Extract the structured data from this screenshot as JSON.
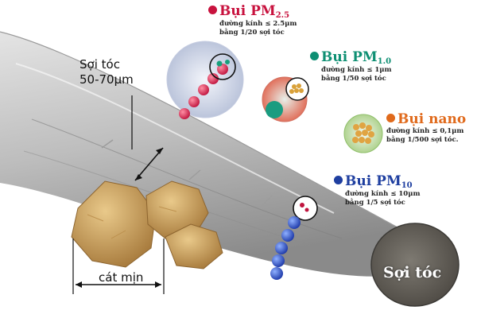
{
  "hair_diameter": {
    "line1": "Sợi tóc",
    "line2": "50-70μm"
  },
  "sand": {
    "label": "cát mịn"
  },
  "hair_cross_section": {
    "label": "Sợi tóc"
  },
  "particles": [
    {
      "title": "Bụi PM",
      "sub": "2.5",
      "line1": "đường kính ≤ 2.5μm",
      "line2": "bằng 1/20 sợi tóc",
      "color": "#c8123e"
    },
    {
      "title": "Bụi PM",
      "sub": "1.0",
      "line1": "đường kính ≤ 1μm",
      "line2": "bằng 1/50 sợi tóc",
      "color": "#0e8f73"
    },
    {
      "title": "Bụi nano",
      "sub": "",
      "line1": "đường kính ≤ 0,1μm",
      "line2": "bằng 1/500 sợi tóc.",
      "color": "#e06a1c"
    },
    {
      "title": "Bụi PM",
      "sub": "10",
      "line1": "đường kính ≤ 10μm",
      "line2": "bằng 1/5 sợi tóc",
      "color": "#1f3fa0"
    }
  ]
}
